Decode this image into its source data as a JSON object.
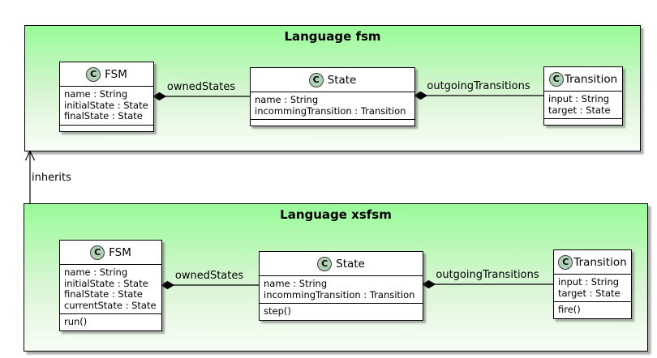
{
  "packages": [
    {
      "title": "Language fsm",
      "classes": [
        {
          "spot": "C",
          "name": "FSM",
          "attributes": [
            "name : String",
            "initialState : State",
            "finalState : State"
          ],
          "operations": []
        },
        {
          "spot": "C",
          "name": "State",
          "attributes": [
            "name : String",
            "incommingTransition : Transition"
          ],
          "operations": []
        },
        {
          "spot": "C",
          "name": "Transition",
          "attributes": [
            "input : String",
            "target : State"
          ],
          "operations": []
        }
      ],
      "relations": [
        {
          "label": "ownedStates",
          "from": "FSM",
          "to": "State",
          "type": "composition"
        },
        {
          "label": "outgoingTransitions",
          "from": "State",
          "to": "Transition",
          "type": "composition"
        }
      ]
    },
    {
      "title": "Language xsfsm",
      "classes": [
        {
          "spot": "C",
          "name": "FSM",
          "attributes": [
            "name : String",
            "initialState : State",
            "finalState : State",
            "currentState : State"
          ],
          "operations": [
            "run()"
          ]
        },
        {
          "spot": "C",
          "name": "State",
          "attributes": [
            "name : String",
            "incommingTransition : Transition"
          ],
          "operations": [
            "step()"
          ]
        },
        {
          "spot": "C",
          "name": "Transition",
          "attributes": [
            "input : String",
            "target : State"
          ],
          "operations": [
            "fire()"
          ]
        }
      ],
      "relations": [
        {
          "label": "ownedStates",
          "from": "FSM",
          "to": "State",
          "type": "composition"
        },
        {
          "label": "outgoingTransitions",
          "from": "State",
          "to": "Transition",
          "type": "composition"
        }
      ]
    }
  ],
  "inheritance": {
    "label": "inherits",
    "from": "Language xsfsm",
    "to": "Language fsm"
  },
  "colors": {
    "package_gradient_top": "#98FB98",
    "package_gradient_bottom": "#F7FDF5",
    "class_fill": "#FFFFFF",
    "border": "#000000",
    "spot_fill": "#ADD1B2",
    "spot_border": "#3E3E3E"
  }
}
